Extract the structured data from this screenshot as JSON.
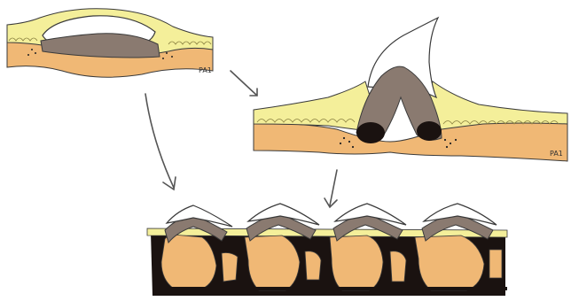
{
  "diagram": {
    "panels": [
      {
        "id": "panel-1",
        "label": "PA1"
      },
      {
        "id": "panel-2",
        "label": "PA1"
      },
      {
        "id": "panel-3",
        "label": ""
      }
    ],
    "colors": {
      "epidermis_yellow": "#f4ef9a",
      "cell_yellow": "#efe37a",
      "dermis_orange": "#f0b875",
      "dermis_light": "#f6c88f",
      "grey_tissue": "#8a7a70",
      "dark_tissue": "#1a1210",
      "outline": "#3a3a3a",
      "arrow": "#555555"
    }
  }
}
